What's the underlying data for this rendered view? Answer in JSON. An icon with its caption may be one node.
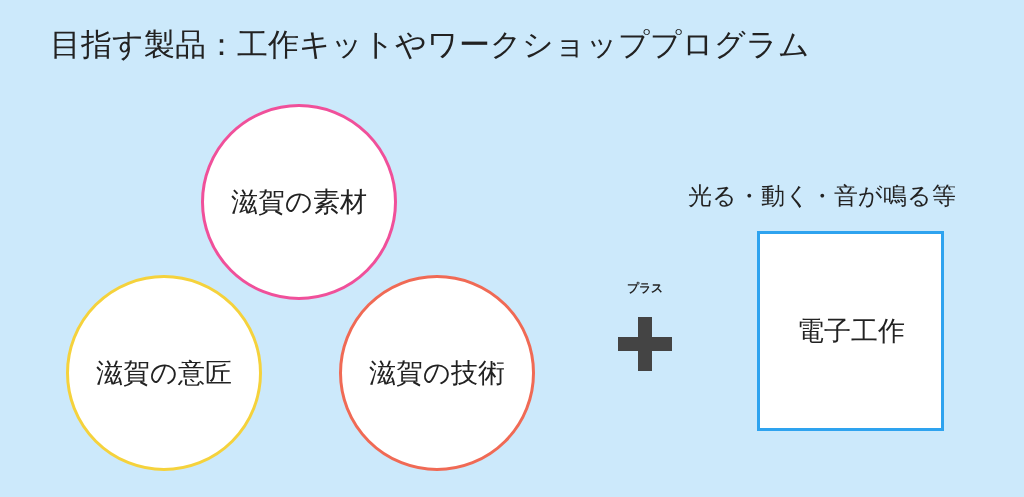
{
  "diagram": {
    "title": "目指す製品：工作キットやワークショッププログラム",
    "nodes": [
      {
        "text": [
          "滋賀の素材"
        ]
      },
      {
        "text": [
          "滋賀の意匠"
        ]
      },
      {
        "text": [
          "滋賀の技術"
        ]
      },
      {
        "text": [
          "電子工作"
        ],
        "beside": [
          "光る・動く・音が鳴る等"
        ]
      }
    ],
    "labels": [
      "プラス"
    ]
  }
}
